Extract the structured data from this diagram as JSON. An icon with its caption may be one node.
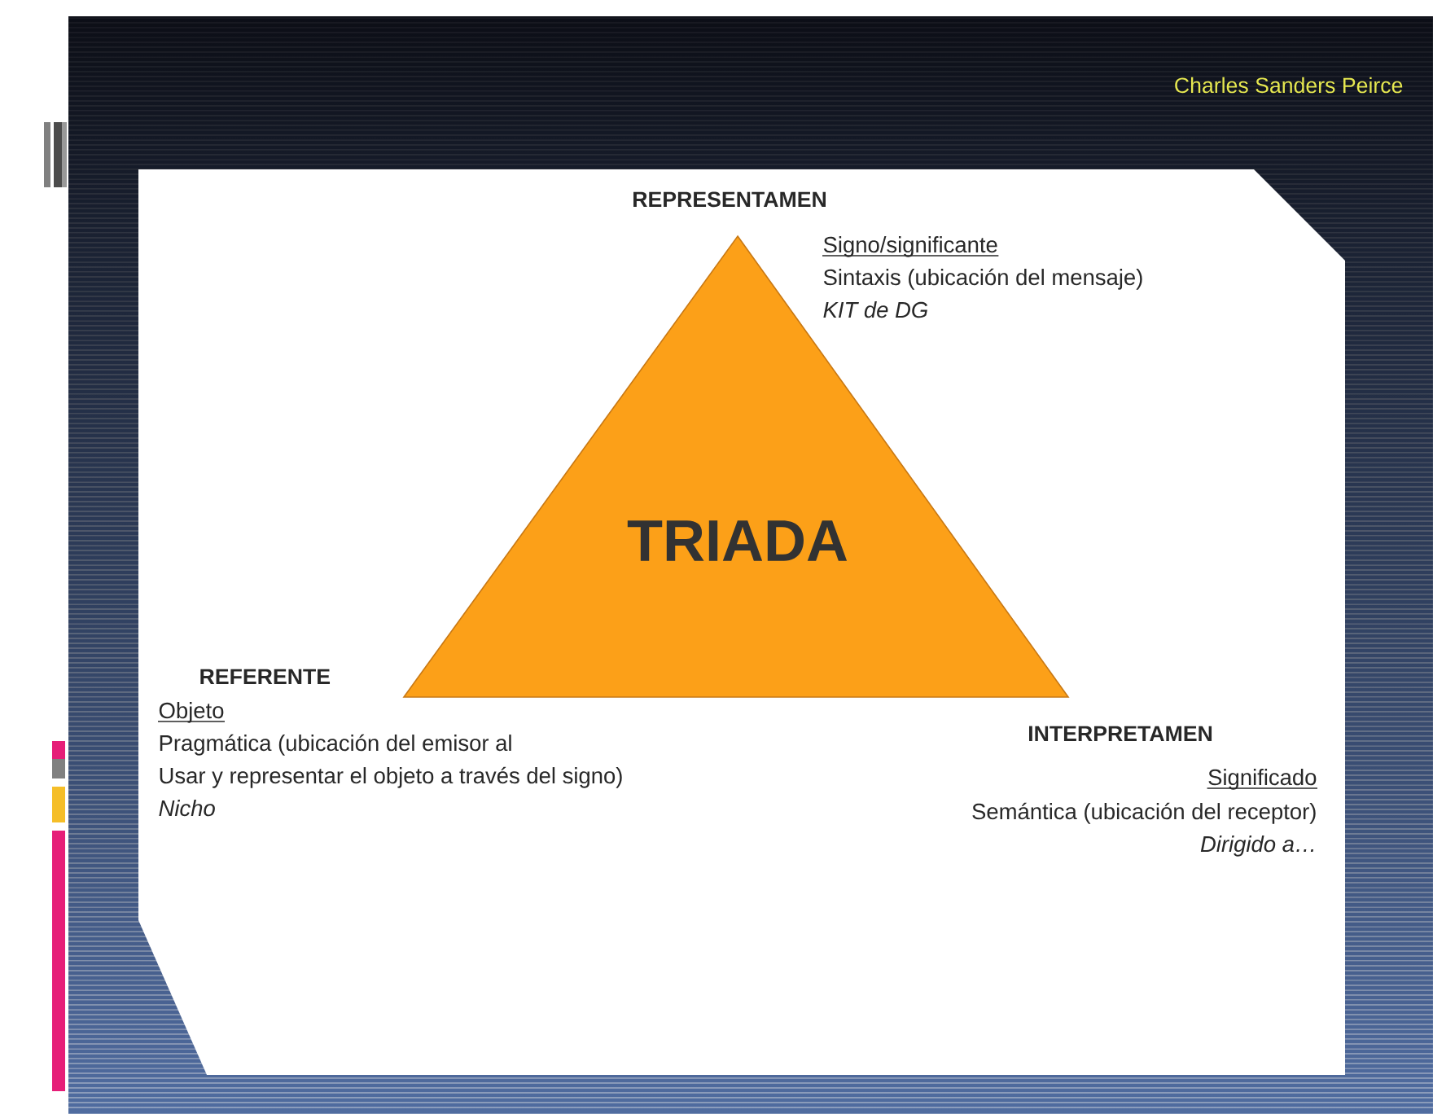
{
  "diagram": {
    "title": "Charles Sanders Peirce",
    "nodes": [
      {
        "text": [
          "TRIADA"
        ]
      }
    ],
    "labels": [
      "REPRESENTAMEN",
      "Signo/significante",
      "Sintaxis (ubicación del mensaje)",
      "KIT de DG",
      "REFERENTE",
      "Objeto",
      "Pragmática (ubicación del emisor al",
      "Usar y representar el objeto a través del signo)",
      "Nicho",
      "INTERPRETAMEN",
      "Significado",
      "Semántica (ubicación del receptor)",
      "Dirigido a…"
    ]
  }
}
